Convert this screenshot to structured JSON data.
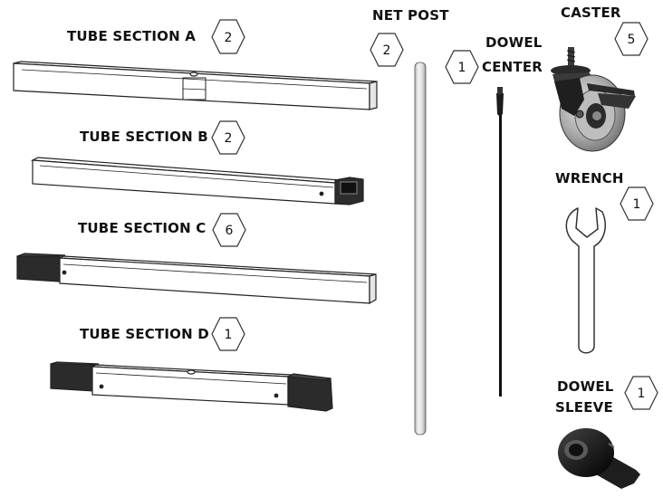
{
  "parts": [
    {
      "id": "tube_a",
      "label": "TUBE SECTION A",
      "qty": "2"
    },
    {
      "id": "tube_b",
      "label": "TUBE SECTION B",
      "qty": "2"
    },
    {
      "id": "tube_c",
      "label": "TUBE SECTION C",
      "qty": "6"
    },
    {
      "id": "tube_d",
      "label": "TUBE SECTION D",
      "qty": "1"
    },
    {
      "id": "net_post",
      "label": "NET POST",
      "qty": "2"
    },
    {
      "id": "dowel_center",
      "label_line1": "DOWEL",
      "label_line2": "CENTER",
      "qty": "1"
    },
    {
      "id": "caster",
      "label": "CASTER",
      "qty": "5"
    },
    {
      "id": "wrench",
      "label": "WRENCH",
      "qty": "1"
    },
    {
      "id": "dowel_sleeve",
      "label_line1": "DOWEL",
      "label_line2": "SLEEVE",
      "qty": "1"
    }
  ]
}
